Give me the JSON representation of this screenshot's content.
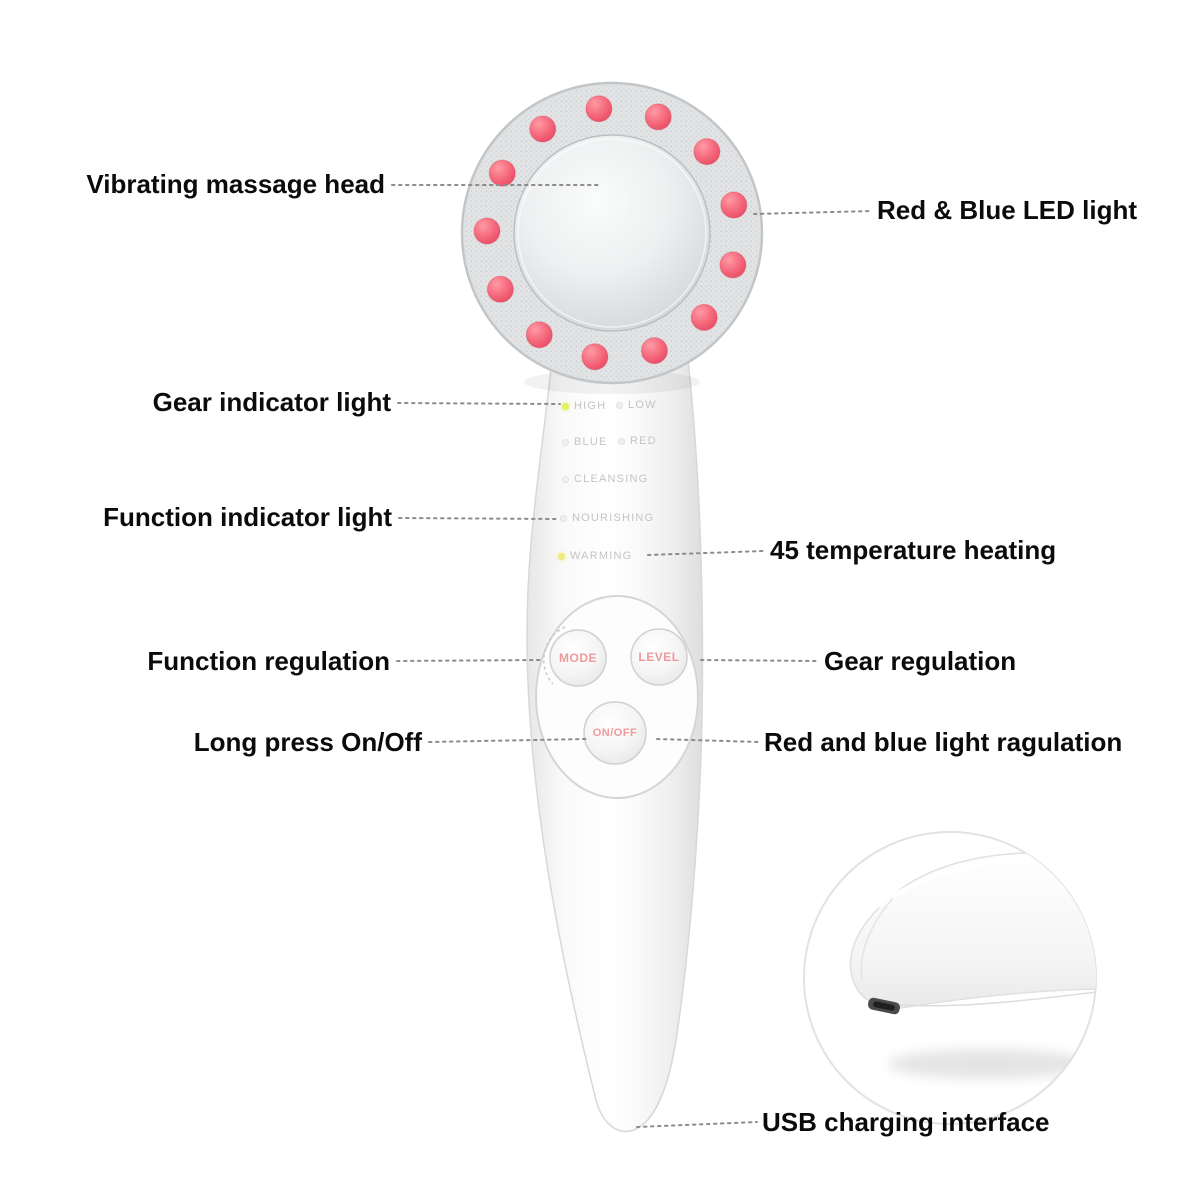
{
  "diagram_title": "Facial massager annotated parts diagram",
  "callouts": {
    "left": [
      {
        "label": "Vibrating massage head"
      },
      {
        "label": "Gear indicator light"
      },
      {
        "label": "Function indicator light"
      },
      {
        "label": "Function regulation"
      },
      {
        "label": "Long press On/Off"
      }
    ],
    "right": [
      {
        "label": "Red & Blue LED light"
      },
      {
        "label": "45 temperature heating"
      },
      {
        "label": "Gear regulation"
      },
      {
        "label": "Red and blue light ragulation"
      },
      {
        "label": "USB charging interface"
      }
    ]
  },
  "device": {
    "indicator_lights": [
      {
        "label": "HIGH",
        "lit": true,
        "lit_color": "#e2ef63"
      },
      {
        "label": "LOW",
        "lit": false,
        "lit_color": ""
      },
      {
        "label": "BLUE",
        "lit": false,
        "lit_color": ""
      },
      {
        "label": "RED",
        "lit": false,
        "lit_color": ""
      },
      {
        "label": "CLEANSING",
        "lit": false,
        "lit_color": ""
      },
      {
        "label": "NOURISHING",
        "lit": false,
        "lit_color": ""
      },
      {
        "label": "WARMING",
        "lit": true,
        "lit_color": "#efe97e"
      }
    ],
    "buttons": [
      {
        "label": "MODE"
      },
      {
        "label": "LEVEL"
      },
      {
        "label": "ON/OFF"
      }
    ],
    "led_ring": {
      "count": 13,
      "color": "#f2556a"
    },
    "accent_colors": {
      "led_pink": "#f2556a",
      "button_text": "#ef9a9a",
      "label_gray": "#c4c4c4"
    }
  }
}
